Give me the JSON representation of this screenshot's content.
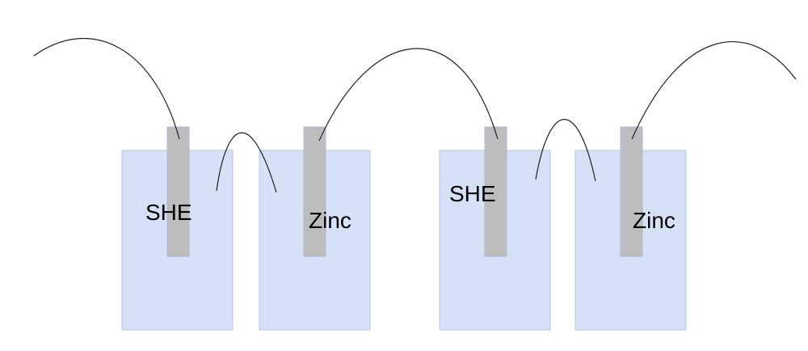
{
  "diagram": {
    "cells": [
      {
        "electrodes": [
          {
            "label": "SHE"
          },
          {
            "label": "Zinc"
          }
        ]
      },
      {
        "electrodes": [
          {
            "label": "SHE"
          },
          {
            "label": "Zinc"
          }
        ]
      }
    ],
    "colors": {
      "solution": "#d6e1f7",
      "solution_border": "#b3c6ee",
      "electrode": "#bdbdbd",
      "wire": "#222222"
    }
  }
}
